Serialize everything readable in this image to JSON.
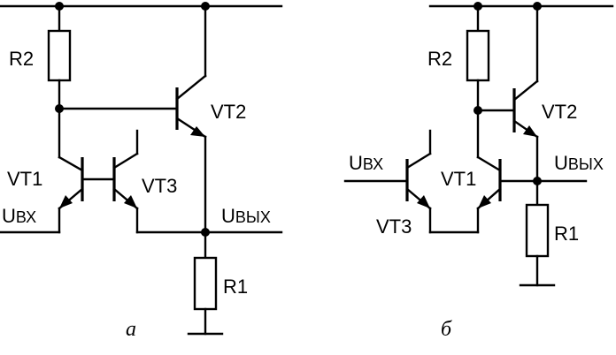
{
  "diagram_a": {
    "labels": {
      "r2": "R2",
      "r1": "R1",
      "vt1": "VT1",
      "vt2": "VT2",
      "vt3": "VT3",
      "u_in_main": "U",
      "u_in_sub": "ВХ",
      "u_out_main": "U",
      "u_out_sub": "ВЫХ"
    },
    "caption": "а"
  },
  "diagram_b": {
    "labels": {
      "r2": "R2",
      "r1": "R1",
      "vt1": "VT1",
      "vt2": "VT2",
      "vt3": "VT3",
      "u_in_main": "U",
      "u_in_sub": "ВХ",
      "u_out_main": "U",
      "u_out_sub": "ВЫХ"
    },
    "caption": "б"
  }
}
